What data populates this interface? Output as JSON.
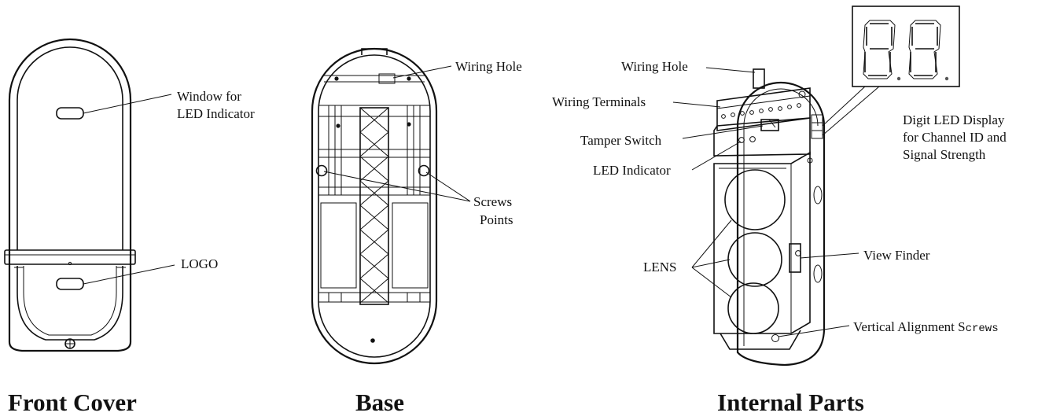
{
  "front_cover": {
    "title": "Front Cover",
    "window_label_line1": "Window for",
    "window_label_line2": "LED Indicator",
    "logo_label": "LOGO"
  },
  "base": {
    "title": "Base",
    "wiring_hole_label": "Wiring Hole",
    "screws_label_line1": "Screws",
    "screws_label_line2": "Points"
  },
  "internal_parts": {
    "title": "Internal Parts",
    "wiring_hole_label": "Wiring Hole",
    "wiring_terminals_label": "Wiring Terminals",
    "tamper_switch_label": "Tamper Switch",
    "led_indicator_label": "LED Indicator",
    "lens_label": "LENS",
    "view_finder_label": "View Finder",
    "vertical_alignment_label_a": "Vertical  Alignment S",
    "vertical_alignment_label_b": "crews",
    "digit_display_line1": "Digit LED Display",
    "digit_display_line2": "for Channel ID and",
    "digit_display_line3": "Signal Strength"
  }
}
